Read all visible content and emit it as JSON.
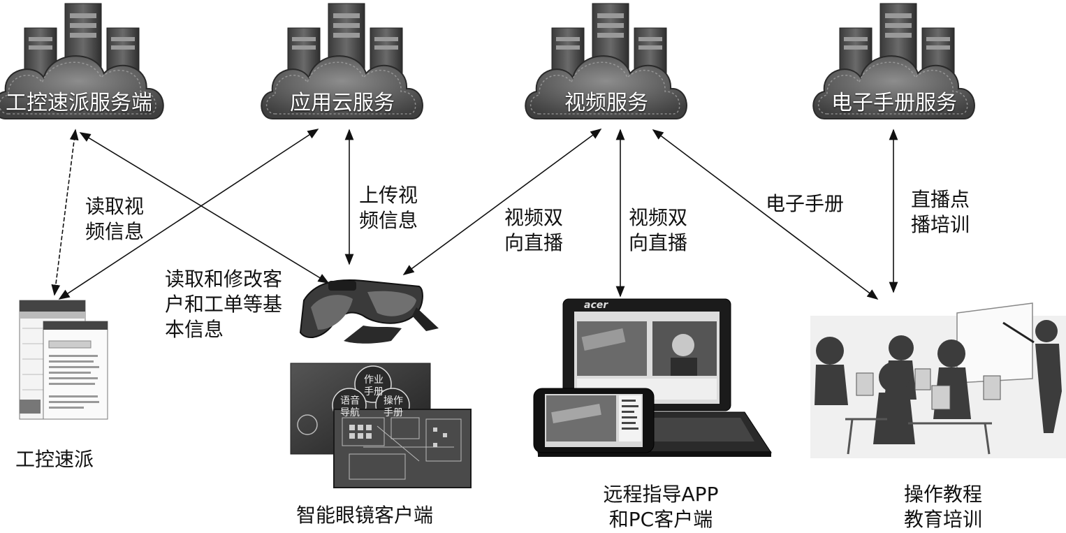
{
  "servers": {
    "s1": "工控速派服务端",
    "s2": "应用云服务",
    "s3": "视频服务",
    "s4": "电子手册服务"
  },
  "links": {
    "read_video": "读取视\n频信息",
    "upload_video": "上传视\n频信息",
    "read_modify": "读取和修改客\n户和工单等基\n本信息",
    "video_live_1": "视频双\n向直播",
    "video_live_2": "视频双\n向直播",
    "manual": "电子手册",
    "live_training": "直播点\n播培训"
  },
  "clients": {
    "c1": "工控速派",
    "c2": "智能眼镜客户端",
    "c3": "远程指导APP\n和PC客户端",
    "c4": "操作教程\n教育培训"
  },
  "glasses_menu": {
    "top": "作业\n手册",
    "left": "语音\n导航",
    "right": "操作\n手册"
  },
  "laptop_brand": "acer"
}
